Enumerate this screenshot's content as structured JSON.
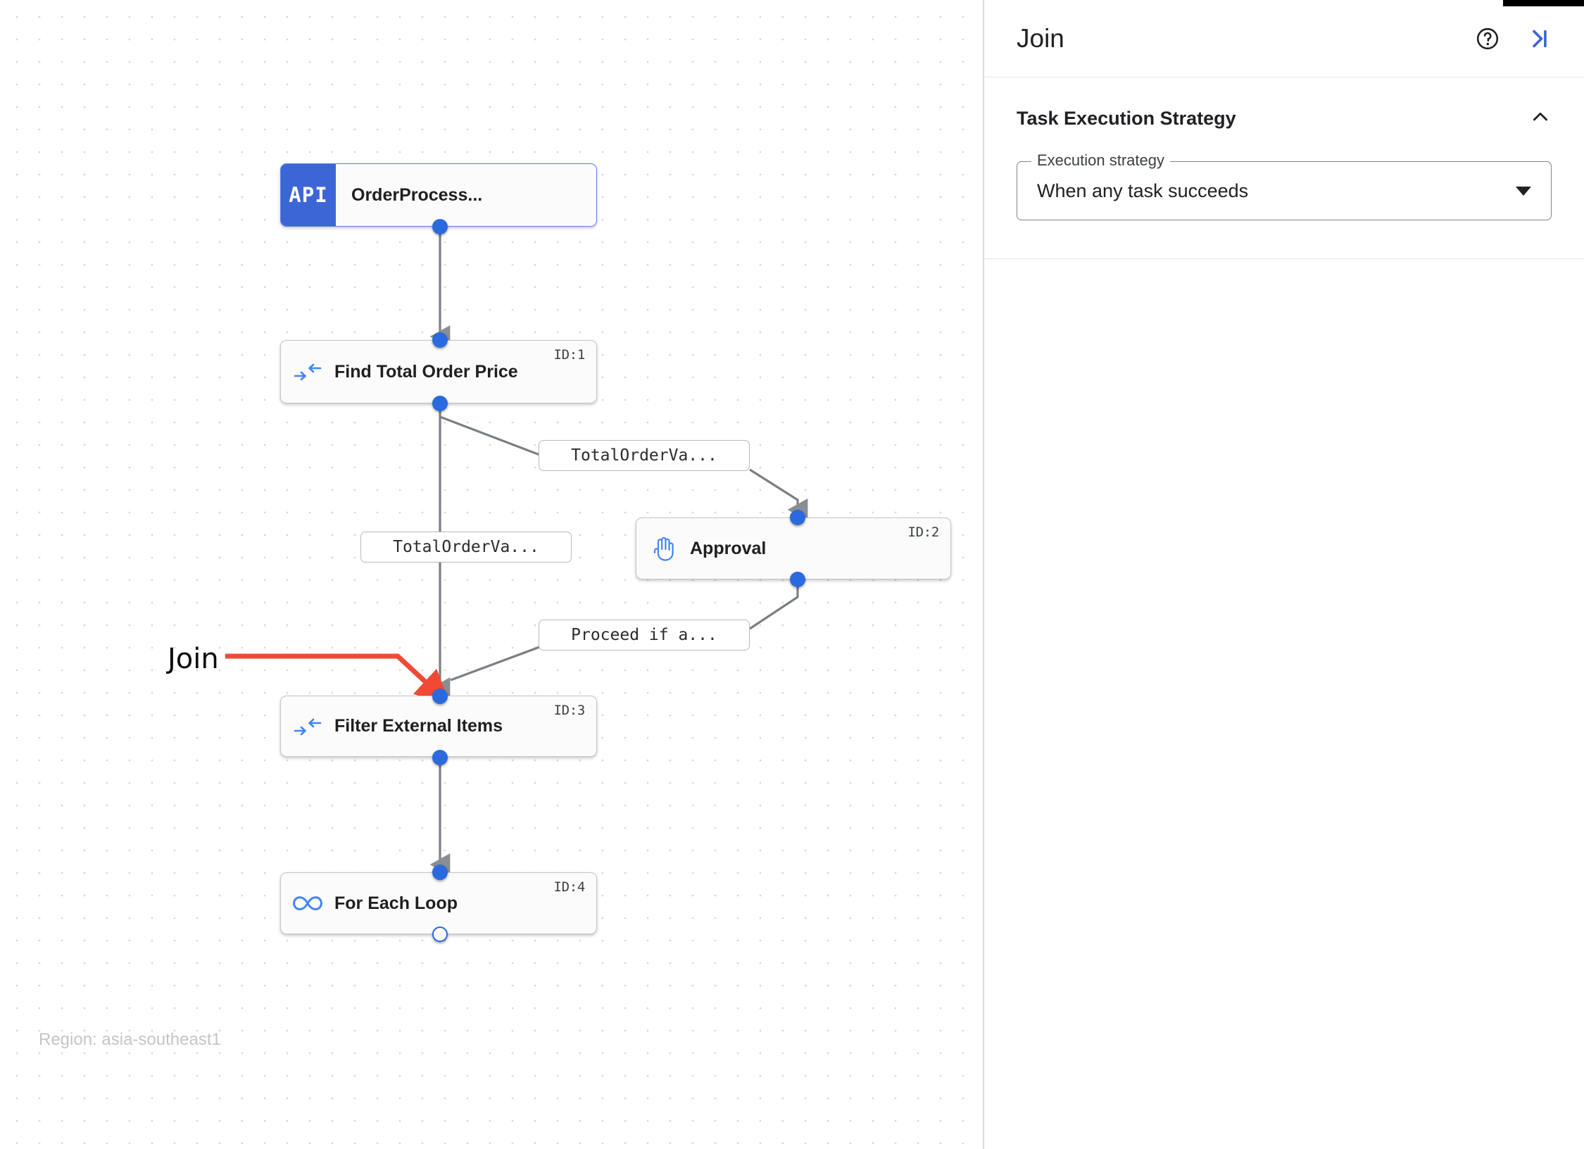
{
  "canvas": {
    "region_watermark": "Region: asia-southeast1",
    "annotation": {
      "label": "Join",
      "color": "#f04a36"
    },
    "nodes": [
      {
        "id": "start",
        "title": "OrderProcess...",
        "badge": "API",
        "icon": "api-badge-icon",
        "id_label": ""
      },
      {
        "id": "task-1",
        "title": "Find Total Order Price",
        "badge": "",
        "icon": "merge-arrows-icon",
        "id_label": "ID:1"
      },
      {
        "id": "task-2",
        "title": "Approval",
        "badge": "",
        "icon": "hand-icon",
        "id_label": "ID:2"
      },
      {
        "id": "task-3",
        "title": "Filter External Items",
        "badge": "",
        "icon": "merge-arrows-icon",
        "id_label": "ID:3"
      },
      {
        "id": "task-4",
        "title": "For Each Loop",
        "badge": "",
        "icon": "infinity-icon",
        "id_label": "ID:4"
      }
    ],
    "edge_labels": [
      {
        "id": "edge-label-1",
        "text": "TotalOrderVa..."
      },
      {
        "id": "edge-label-2",
        "text": "TotalOrderVa..."
      },
      {
        "id": "edge-label-3",
        "text": "Proceed if a..."
      }
    ],
    "colors": {
      "port": "#2a6ade",
      "api_badge": "#3c66d6",
      "node_icon": "#4285f4",
      "edge_stroke": "#7b7f83",
      "annotation": "#f04a36"
    }
  },
  "panel": {
    "title": "Join",
    "help_icon": "help-circle-icon",
    "collapse_icon": "collapse-panel-icon",
    "section": {
      "title": "Task Execution Strategy",
      "chevron_icon": "chevron-up-icon",
      "field": {
        "legend": "Execution strategy",
        "value": "When any task succeeds",
        "caret_icon": "chevron-down-icon"
      }
    }
  }
}
